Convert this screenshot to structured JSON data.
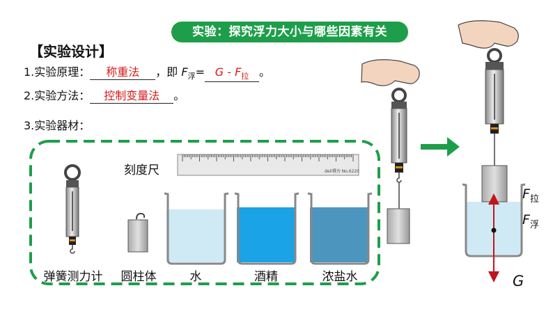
{
  "banner": {
    "title": "实验：探究浮力大小与哪些因素有关"
  },
  "design": {
    "heading": "【实验设计】",
    "principle": {
      "label": "1.实验原理：",
      "answer": "称重法",
      "middle": "，即",
      "formula_lhs": "F",
      "formula_lhs_sub": "浮",
      "eq": "=",
      "answer2": "G - F",
      "answer2_sub": "拉",
      "end": "。"
    },
    "method": {
      "label": "2.实验方法：",
      "answer": "控制变量法",
      "end": "。"
    },
    "materials": {
      "label": "3.实验器材："
    }
  },
  "ruler": {
    "label": "刻度尺",
    "brand": "deli得力 No.6220"
  },
  "captions": {
    "scale": "弹簧测力计",
    "cylinder": "圆柱体",
    "water": "水",
    "alcohol": "酒精",
    "brine": "浓盐水"
  },
  "forces": {
    "f_pull": "F",
    "f_pull_sub": "拉",
    "f_buoy": "F",
    "f_buoy_sub": "浮",
    "gravity": "G"
  },
  "colors": {
    "accent_green": "#1e9e4a",
    "answer_red": "#d81b1b",
    "water": "#cfe9f5",
    "alcohol": "#1aa3e6",
    "brine": "#4b95bf"
  }
}
